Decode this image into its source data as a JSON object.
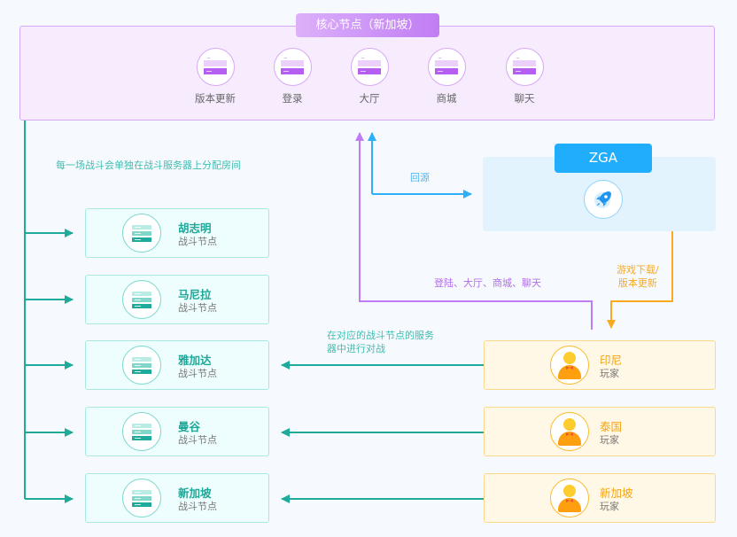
{
  "core": {
    "title": "核心节点（新加坡）",
    "services": [
      {
        "label": "版本更新",
        "icon": "server-panel-icon"
      },
      {
        "label": "登录",
        "icon": "server-panel-icon"
      },
      {
        "label": "大厅",
        "icon": "server-panel-icon"
      },
      {
        "label": "商城",
        "icon": "server-panel-icon"
      },
      {
        "label": "聊天",
        "icon": "server-panel-icon"
      }
    ]
  },
  "zga": {
    "title": "ZGA",
    "icon": "rocket-icon"
  },
  "annotations": {
    "battle_allocation": "每一场战斗会单独在战斗服务器上分配房间",
    "back_to_origin": "回源",
    "player_to_core": "登陆、大厅、商城、聊天",
    "download_line1": "游戏下载/",
    "download_line2": "版本更新",
    "battle_line1": "在对应的战斗节点的服务",
    "battle_line2": "器中进行对战"
  },
  "battle_nodes": [
    {
      "name": "胡志明",
      "type": "战斗节点"
    },
    {
      "name": "马尼拉",
      "type": "战斗节点"
    },
    {
      "name": "雅加达",
      "type": "战斗节点"
    },
    {
      "name": "曼谷",
      "type": "战斗节点"
    },
    {
      "name": "新加坡",
      "type": "战斗节点"
    }
  ],
  "player_nodes": [
    {
      "name": "印尼",
      "type": "玩家"
    },
    {
      "name": "泰国",
      "type": "玩家"
    },
    {
      "name": "新加坡",
      "type": "玩家"
    }
  ],
  "colors": {
    "core": "#c07df3",
    "zga": "#20adfc",
    "battle": "#20a798",
    "player": "#fbb92a"
  }
}
